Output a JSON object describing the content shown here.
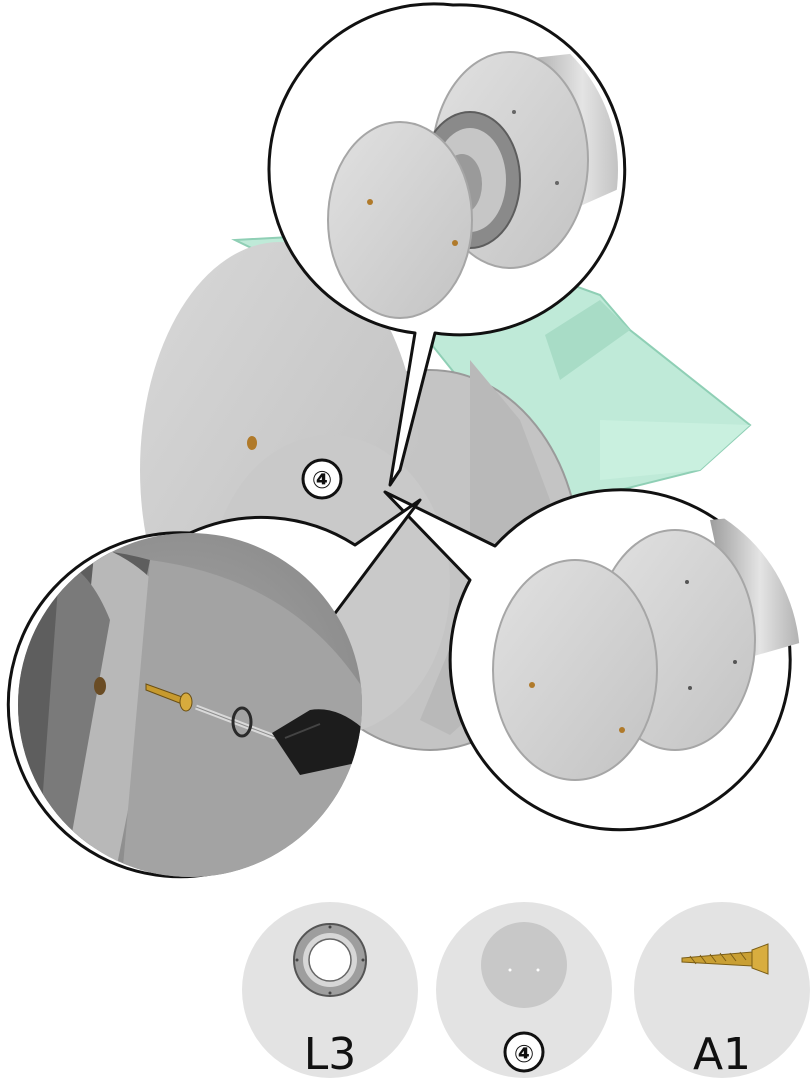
{
  "step_marker": "④",
  "parts": [
    {
      "id": "bearing",
      "label": "L3",
      "icon": "ring-bearing-icon"
    },
    {
      "id": "disc",
      "label": "④",
      "icon": "round-disc-icon"
    },
    {
      "id": "screw",
      "label": "A1",
      "icon": "wood-screw-icon"
    }
  ],
  "colors": {
    "panel": "#cfcfcf",
    "panel_edge": "#a9a9a9",
    "mint": "#bfead8",
    "mint_dark": "#8fcfb5",
    "outline": "#111111",
    "part_bg": "#e3e3e3",
    "hole": "#b07a2a"
  }
}
